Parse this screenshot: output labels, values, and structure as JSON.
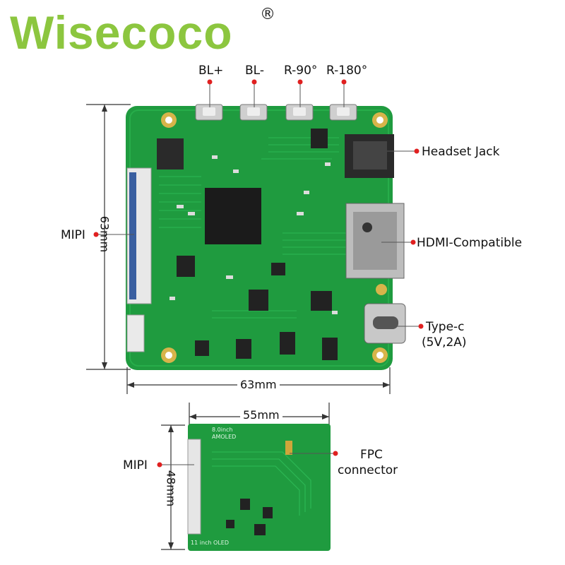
{
  "brand": {
    "name": "Wisecoco",
    "registered": "®"
  },
  "top_buttons": [
    "BL+",
    "BL-",
    "R-90°",
    "R-180°"
  ],
  "callouts": {
    "headset_jack": "Headset Jack",
    "hdmi": "HDMI-Compatible",
    "typec": "Type-c",
    "typec_spec": "(5V,2A)",
    "mipi_top": "MIPI",
    "mipi_bottom": "MIPI",
    "fpc_1": "FPC",
    "fpc_2": "connector"
  },
  "dimensions": {
    "main_height": "63mm",
    "main_width": "63mm",
    "small_width": "55mm",
    "small_height": "48mm"
  },
  "silkscreen": {
    "small_top": "8.0inch",
    "small_top2": "AMOLED",
    "small_bottom": "11 inch OLED"
  },
  "colors": {
    "board": "#1f9b3f",
    "accent": "#e02020",
    "brand": "#8cc63f"
  }
}
